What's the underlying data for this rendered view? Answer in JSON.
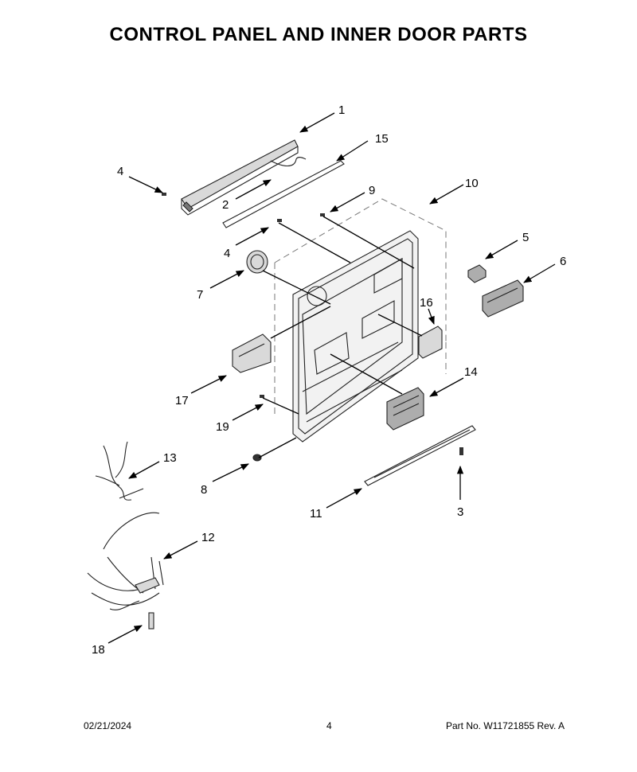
{
  "title": "CONTROL PANEL AND INNER DOOR PARTS",
  "callouts": {
    "c1": "1",
    "c2": "2",
    "c3": "3",
    "c4a": "4",
    "c4b": "4",
    "c5": "5",
    "c6": "6",
    "c7": "7",
    "c8": "8",
    "c9": "9",
    "c10": "10",
    "c11": "11",
    "c12": "12",
    "c13": "13",
    "c14": "14",
    "c15": "15",
    "c16": "16",
    "c17": "17",
    "c18": "18",
    "c19": "19"
  },
  "footer": {
    "date": "02/21/2024",
    "page": "4",
    "part_no": "Part No.  W11721855  Rev.  A"
  }
}
